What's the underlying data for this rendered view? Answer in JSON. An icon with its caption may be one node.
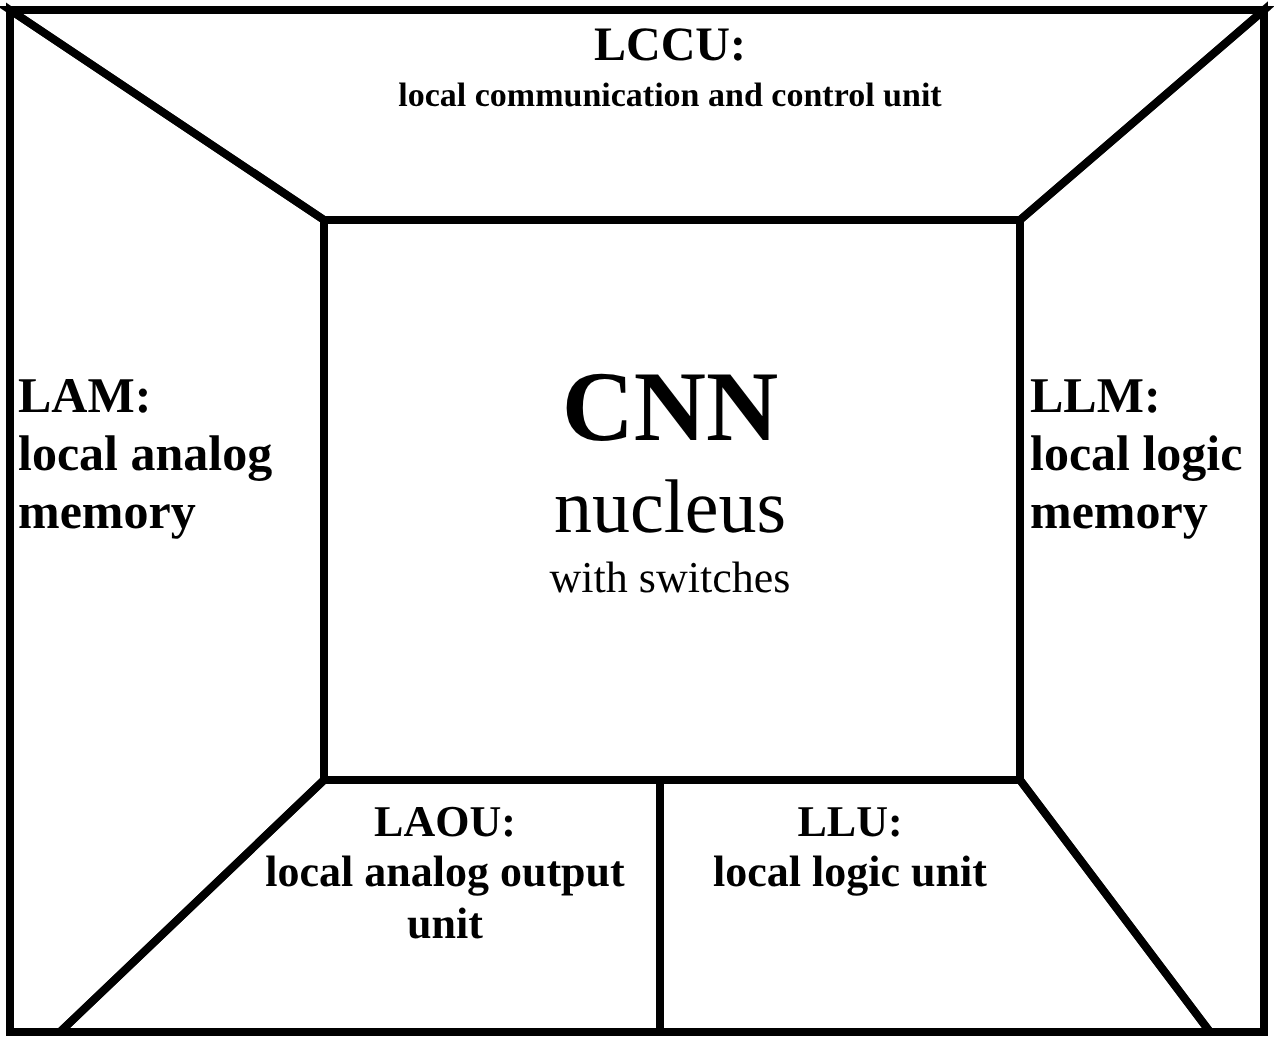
{
  "diagram": {
    "nodes": [
      {
        "text": [
          "LCCU:",
          "local communication and control unit"
        ]
      },
      {
        "text": [
          "LAM:",
          "local analog memory"
        ]
      },
      {
        "text": [
          "CNN",
          "nucleus",
          "with switches"
        ]
      },
      {
        "text": [
          "LLM:",
          "local logic memory"
        ]
      },
      {
        "text": [
          "LAOU:",
          "local analog output unit"
        ]
      },
      {
        "text": [
          "LLU:",
          "local logic unit"
        ]
      }
    ]
  }
}
